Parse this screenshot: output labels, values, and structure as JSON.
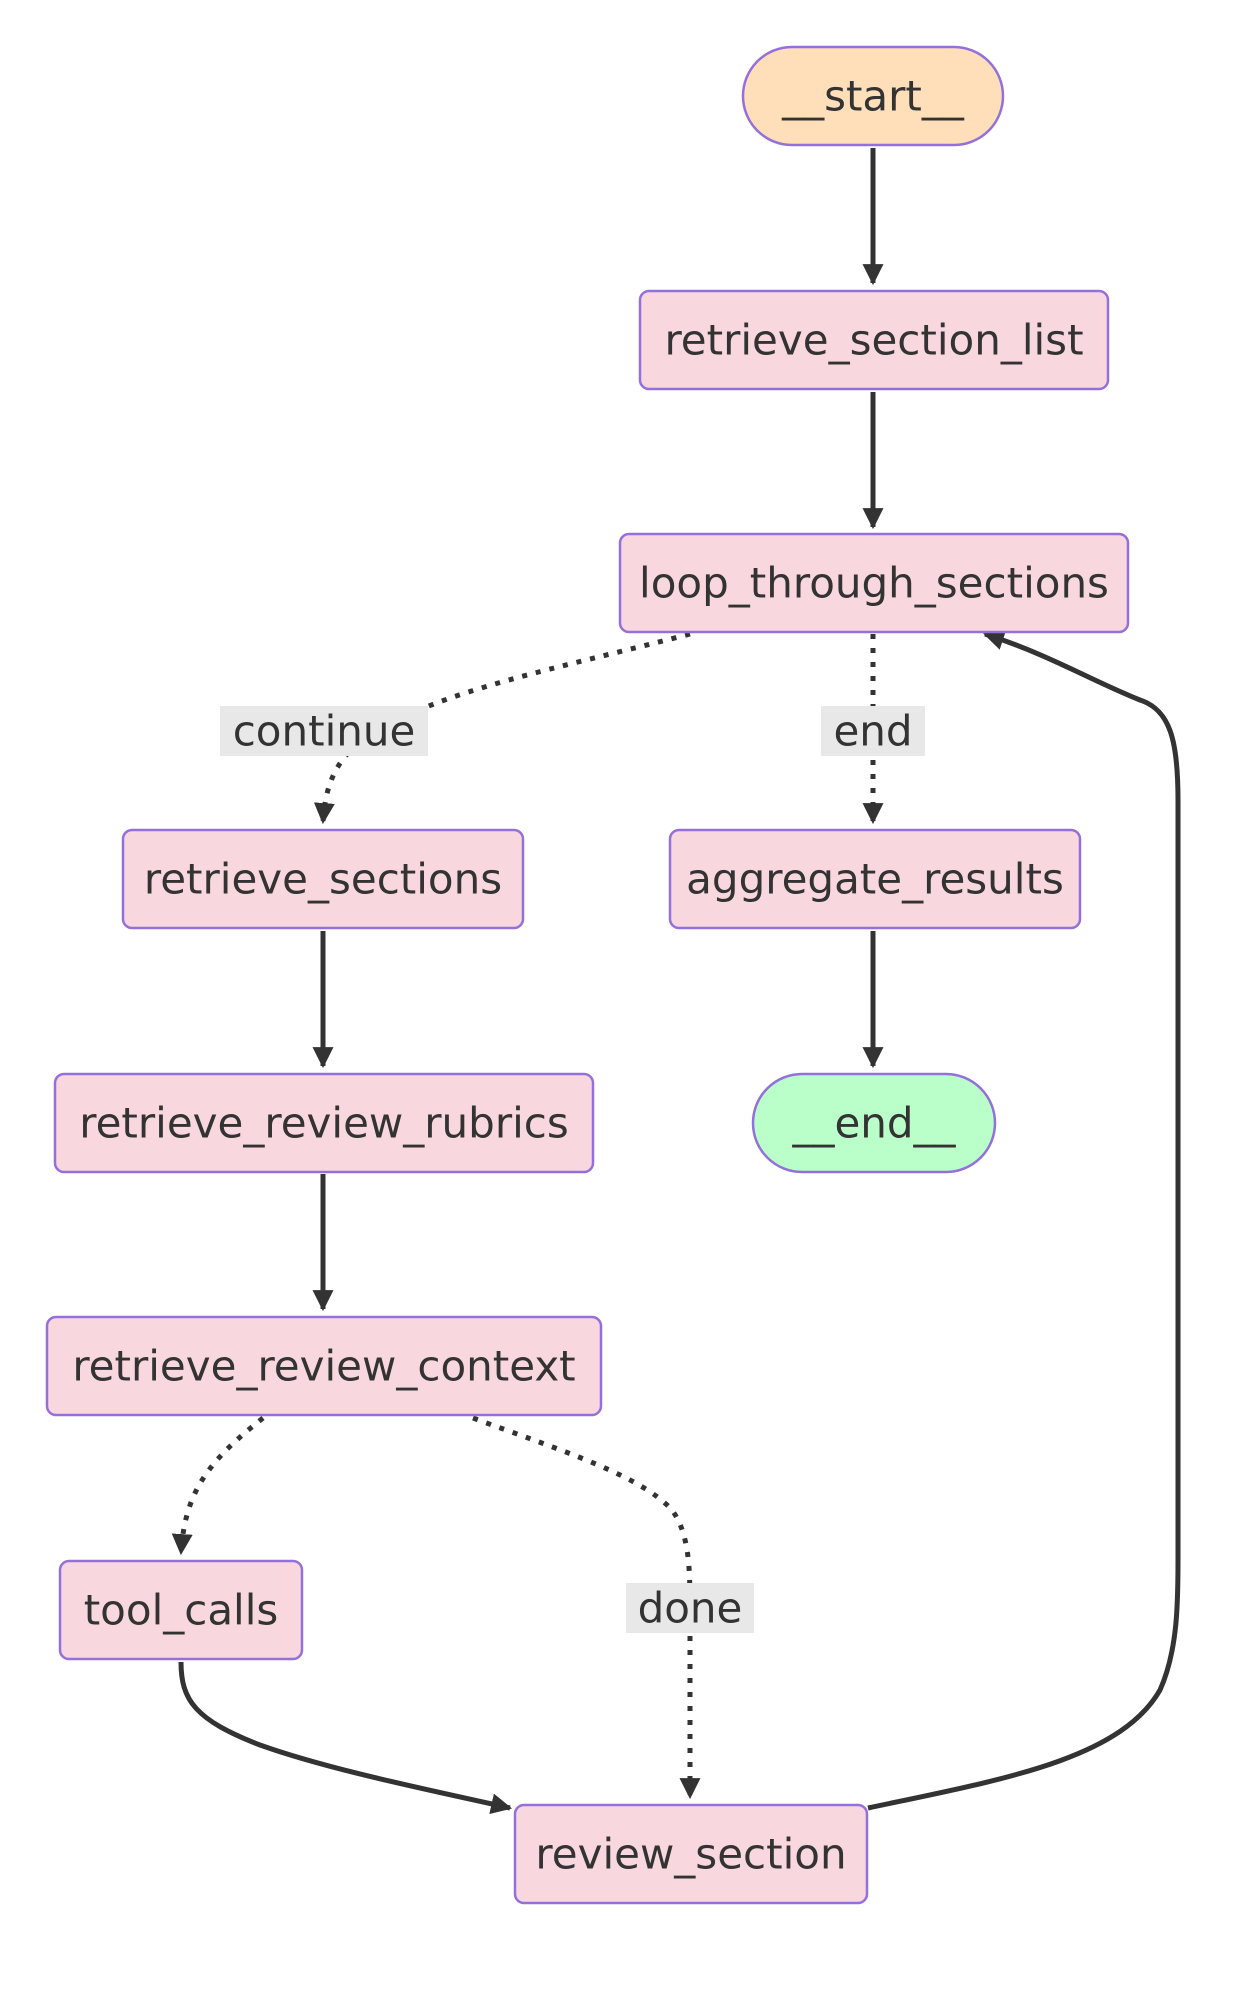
{
  "nodes": {
    "start": "__start__",
    "retrieve_section_list": "retrieve_section_list",
    "loop_through_sections": "loop_through_sections",
    "retrieve_sections": "retrieve_sections",
    "aggregate_results": "aggregate_results",
    "end": "__end__",
    "retrieve_review_rubrics": "retrieve_review_rubrics",
    "retrieve_review_context": "retrieve_review_context",
    "tool_calls": "tool_calls",
    "review_section": "review_section"
  },
  "edge_labels": {
    "continue": "continue",
    "end": "end",
    "done": "done"
  },
  "edges": [
    {
      "from": "__start__",
      "to": "retrieve_section_list",
      "style": "solid"
    },
    {
      "from": "retrieve_section_list",
      "to": "loop_through_sections",
      "style": "solid"
    },
    {
      "from": "loop_through_sections",
      "to": "retrieve_sections",
      "style": "dotted",
      "label": "continue"
    },
    {
      "from": "loop_through_sections",
      "to": "aggregate_results",
      "style": "dotted",
      "label": "end"
    },
    {
      "from": "aggregate_results",
      "to": "__end__",
      "style": "solid"
    },
    {
      "from": "retrieve_sections",
      "to": "retrieve_review_rubrics",
      "style": "solid"
    },
    {
      "from": "retrieve_review_rubrics",
      "to": "retrieve_review_context",
      "style": "solid"
    },
    {
      "from": "retrieve_review_context",
      "to": "tool_calls",
      "style": "dotted"
    },
    {
      "from": "retrieve_review_context",
      "to": "review_section",
      "style": "dotted",
      "label": "done"
    },
    {
      "from": "tool_calls",
      "to": "review_section",
      "style": "solid"
    },
    {
      "from": "review_section",
      "to": "loop_through_sections",
      "style": "solid"
    }
  ],
  "colors": {
    "node_fill": "#f8d7df",
    "node_stroke": "#9370db",
    "start_fill": "#ffdfba",
    "end_fill": "#baffc9",
    "edge": "#333333",
    "label_bg": "#e8e8e8",
    "text": "#333333"
  }
}
